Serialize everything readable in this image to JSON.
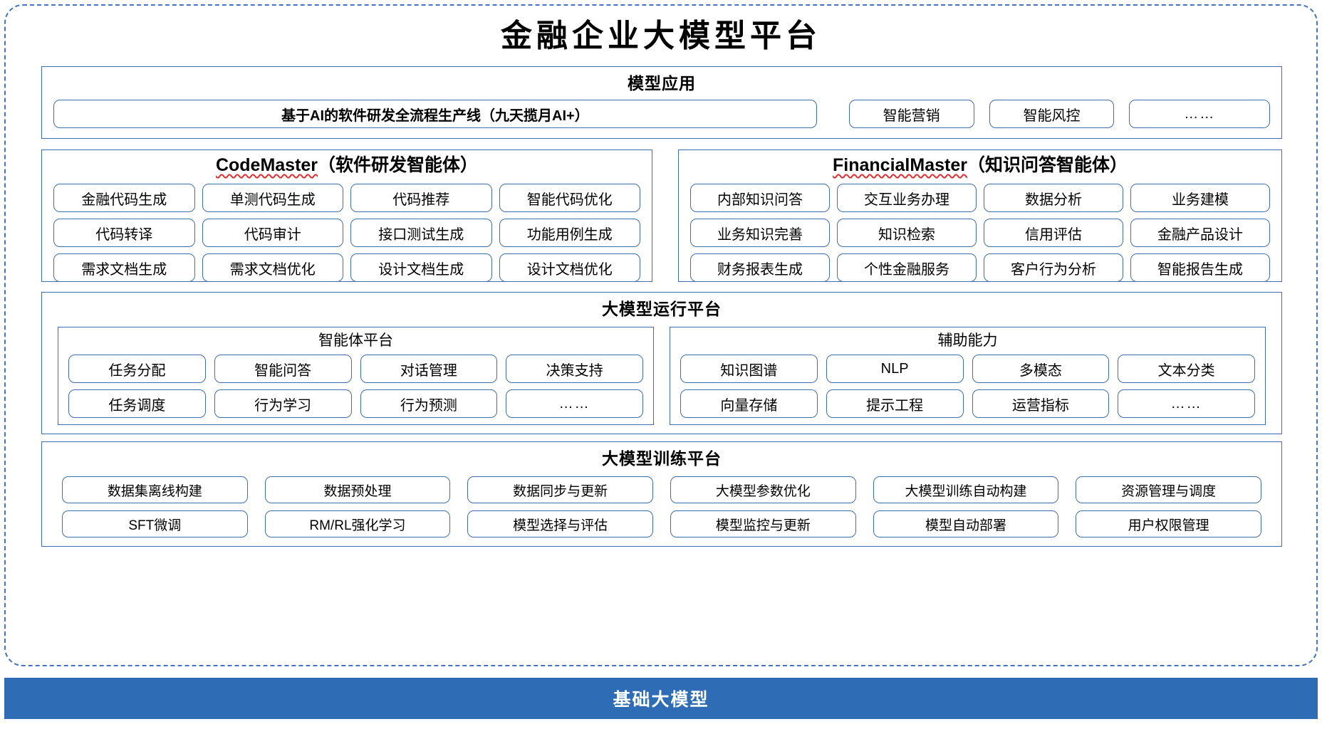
{
  "page": {
    "title": "金融企业大模型平台",
    "accent_blue": "#3d6eb5",
    "base_bar_blue": "#2e6cb5",
    "spellcheck_red": "#e03030"
  },
  "model_application": {
    "title": "模型应用",
    "main_item": "基于AI的软件研发全流程生产线（九天揽月AI+）",
    "items": [
      "智能营销",
      "智能风控",
      "……"
    ]
  },
  "code_master": {
    "title_en": "CodeMaster",
    "title_cn": "（软件研发智能体）",
    "items": [
      "金融代码生成",
      "单测代码生成",
      "代码推荐",
      "智能代码优化",
      "代码转译",
      "代码审计",
      "接口测试生成",
      "功能用例生成",
      "需求文档生成",
      "需求文档优化",
      "设计文档生成",
      "设计文档优化"
    ]
  },
  "financial_master": {
    "title_en": "FinancialMaster",
    "title_cn": "（知识问答智能体）",
    "items": [
      "内部知识问答",
      "交互业务办理",
      "数据分析",
      "业务建模",
      "业务知识完善",
      "知识检索",
      "信用评估",
      "金融产品设计",
      "财务报表生成",
      "个性金融服务",
      "客户行为分析",
      "智能报告生成"
    ]
  },
  "runtime_platform": {
    "title": "大模型运行平台",
    "agent_platform": {
      "title": "智能体平台",
      "items": [
        "任务分配",
        "智能问答",
        "对话管理",
        "决策支持",
        "任务调度",
        "行为学习",
        "行为预测",
        "……"
      ]
    },
    "auxiliary_capability": {
      "title": "辅助能力",
      "items": [
        "知识图谱",
        "NLP",
        "多模态",
        "文本分类",
        "向量存储",
        "提示工程",
        "运营指标",
        "……"
      ]
    }
  },
  "training_platform": {
    "title": "大模型训练平台",
    "items": [
      "数据集离线构建",
      "数据预处理",
      "数据同步与更新",
      "大模型参数优化",
      "大模型训练自动构建",
      "资源管理与调度",
      "SFT微调",
      "RM/RL强化学习",
      "模型选择与评估",
      "模型监控与更新",
      "模型自动部署",
      "用户权限管理"
    ]
  },
  "base_model_bar": {
    "label": "基础大模型"
  }
}
